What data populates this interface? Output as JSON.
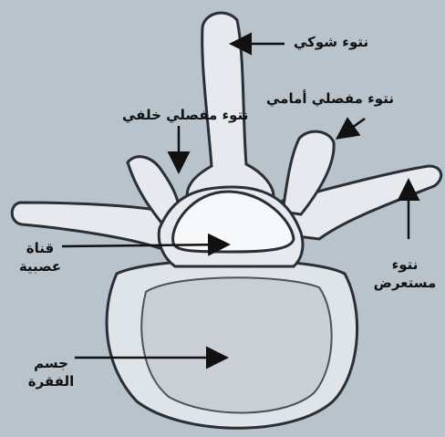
{
  "labels": {
    "spinous_process": "نتوء شوكي",
    "posterior_articular": "نتوء مفصلي خلفي",
    "anterior_articular": "نتوء مفصلي أمامي",
    "transverse_line1": "نتوء",
    "transverse_line2": "مستعرض",
    "canal_line1": "قناة",
    "canal_line2": "عصبية",
    "body_line1": "جسم",
    "body_line2": "الفقرة"
  },
  "colors": {
    "background": "#b9c3cb",
    "bone_fill": "#e6eaee",
    "bone_stroke": "#2a2f36",
    "shadow": "#7d8791"
  }
}
